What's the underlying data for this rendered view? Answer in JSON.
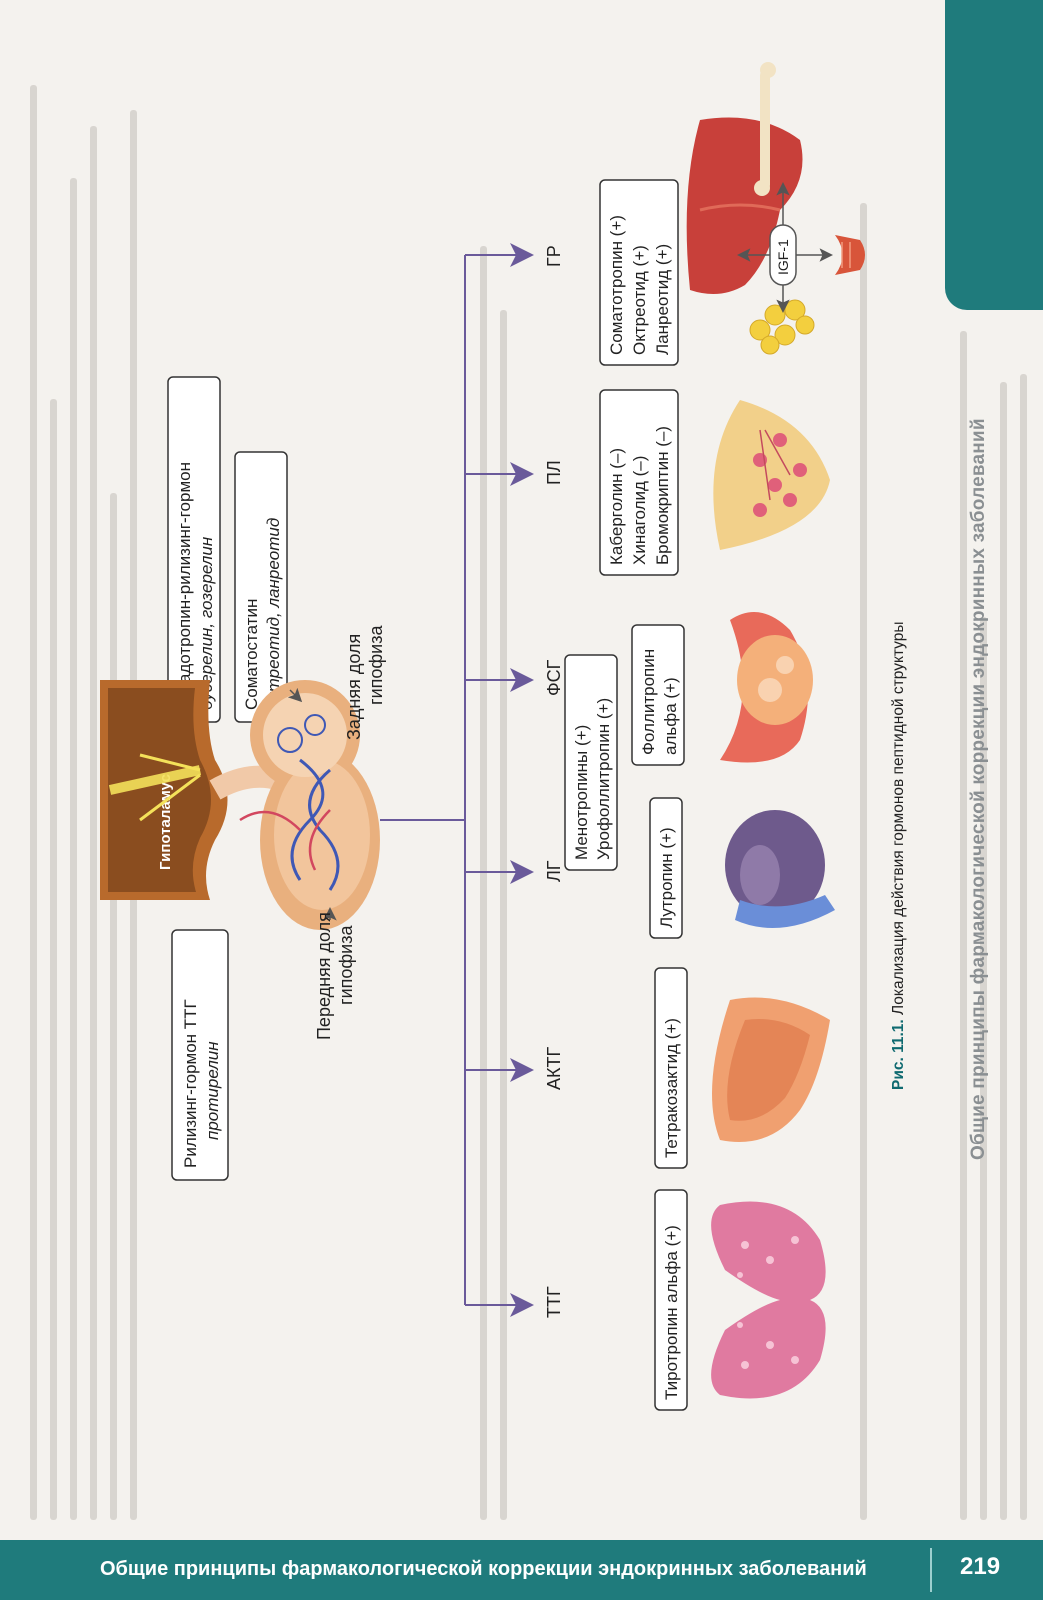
{
  "running_head": "Общие принципы фармакологической коррекции эндокринных заболеваний",
  "footer": {
    "title": "Общие принципы фармакологической коррекции эндокринных заболеваний",
    "page_number": "219"
  },
  "figure": {
    "caption_label": "Рис. 11.1.",
    "caption_text": "Локализация действия гормонов пептидной структуры",
    "hypothalamus": "Гипоталамус",
    "anterior_label": [
      "Передняя доля",
      "гипофиза"
    ],
    "posterior_label": [
      "Задняя доля",
      "гипофиза"
    ],
    "igf": "IGF-1",
    "boxes": {
      "trh": {
        "title": "Рилизинг-гормон ТТГ",
        "drug": "протирелин"
      },
      "gnrh": {
        "title": "Гонадотропин-рилизинг-гормон",
        "drug": "бусерелин, гозерелин"
      },
      "somatostatin": {
        "title": "Соматостатин",
        "drug": "октреотид, ланреотид"
      }
    },
    "hormones": [
      {
        "label": "ТТГ",
        "drugs": [
          "Тиротропин альфа (+)"
        ]
      },
      {
        "label": "АКТГ",
        "drugs": [
          "Тетракозактид (+)"
        ]
      },
      {
        "label": "ЛГ",
        "drugs": [
          "Лутропин (+)"
        ]
      },
      {
        "label": "ФСГ",
        "drugs": [
          "Менотропины (+)",
          "Урофоллитропин (+)"
        ],
        "drugs2": [
          "Фоллитропин",
          "альфа (+)"
        ]
      },
      {
        "label": "ПЛ",
        "drugs": [
          "Каберголин (–)",
          "Хинаголид (–)",
          "Бромокриптин (–)"
        ]
      },
      {
        "label": "ГР",
        "drugs": [
          "Соматотропин (+)",
          "Октреотид (+)",
          "Ланреотид (+)"
        ]
      }
    ]
  },
  "colors": {
    "teal": "#1f7b7c",
    "arrow": "#6a5a9a",
    "box_border": "#333333"
  },
  "icons": [
    "thyroid-icon",
    "adrenal-icon",
    "testis-icon",
    "ovary-icon",
    "breast-icon",
    "liver-icon",
    "bone-icon",
    "muscle-icon",
    "fat-icon"
  ]
}
